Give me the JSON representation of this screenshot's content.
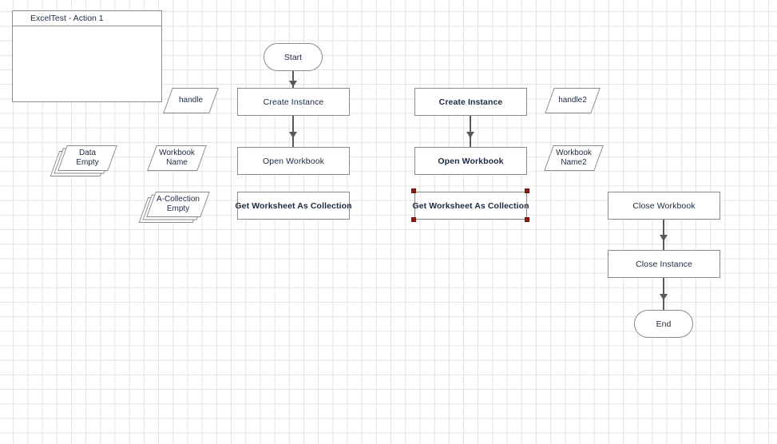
{
  "diagram": {
    "title": "ExcelTest - Action 1",
    "colors": {
      "grid": "#e3e3e3",
      "node_border": "#8a8a8a",
      "node_fill": "#ffffff",
      "text": "#1b2a41",
      "connector": "#595959",
      "selection_handle": "#8c1c13"
    }
  },
  "note": {
    "title": "ExcelTest - Action 1"
  },
  "nodes": {
    "start": "Start",
    "end": "End",
    "col1": {
      "create_instance": "Create Instance",
      "open_workbook": "Open Workbook",
      "get_worksheet_as_collection": "Get Worksheet As Collection"
    },
    "col2": {
      "create_instance": "Create Instance",
      "open_workbook": "Open Workbook",
      "get_worksheet_as_collection": "Get Worksheet As Collection"
    },
    "col3": {
      "close_workbook": "Close Workbook",
      "close_instance": "Close Instance"
    }
  },
  "data_items": {
    "data_empty": {
      "line1": "Data",
      "line2": "Empty"
    },
    "handle": {
      "line1": "handle",
      "line2": ""
    },
    "workbook_name": {
      "line1": "Workbook",
      "line2": "Name"
    },
    "a_collection_empty": {
      "line1": "A-Collection",
      "line2": "Empty"
    },
    "handle2": {
      "line1": "handle2",
      "line2": ""
    },
    "workbook_name2": {
      "line1": "Workbook",
      "line2": "Name2"
    }
  },
  "selection": {
    "selected_node": "Get Worksheet As Collection",
    "handle_count": 4
  }
}
